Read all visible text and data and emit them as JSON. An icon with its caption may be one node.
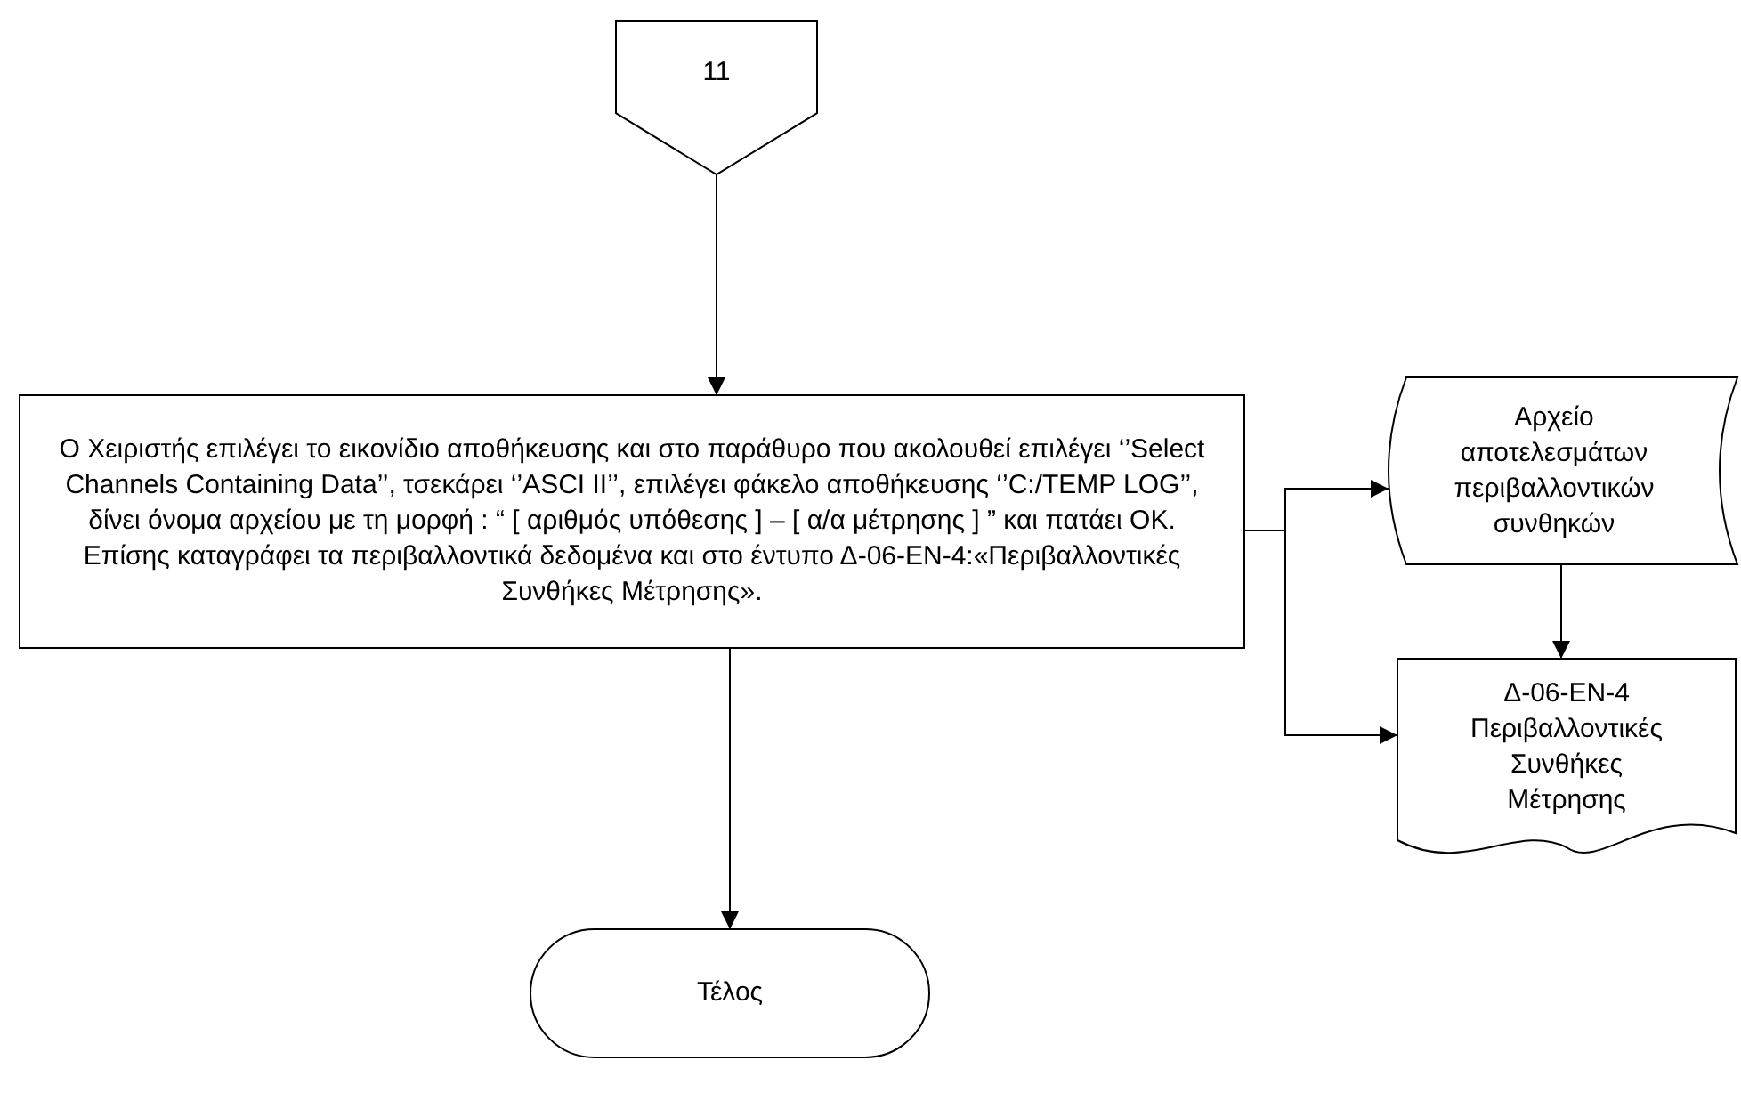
{
  "diagram": {
    "nodes": [
      {
        "text": [
          "11"
        ]
      },
      {
        "text": [
          "Ο Χειριστής επιλέγει το εικονίδιο αποθήκευσης και στο παράθυρο που ακολουθεί επιλέγει ‘’Select Channels Containing Data’’, τσεκάρει ‘’ASCI II’’, επιλέγει φάκελο αποθήκευσης ‘’C:/TEMP LOG’’, δίνει όνομα αρχείου με τη μορφή : “ [ αριθμός υπόθεσης ] – [ α/α μέτρησης ] ” και πατάει ΟΚ. Επίσης καταγράφει τα περιβαλλοντικά δεδομένα και στο έντυπο Δ-06-ΕΝ-4:«Περιβαλλοντικές Συνθήκες Μέτρησης»."
        ]
      },
      {
        "text": [
          "Αρχείο αποτελεσμάτων περιβαλλοντικών συνθηκών"
        ]
      },
      {
        "text": [
          "Δ-06-ΕΝ-4 Περιβαλλοντικές Συνθήκες Μέτρησης"
        ]
      },
      {
        "text": [
          "Τέλος"
        ]
      }
    ],
    "edges": [
      {
        "from": 0,
        "to": 1,
        "arrow": "to"
      },
      {
        "from": 1,
        "to": 2,
        "arrow": "to"
      },
      {
        "from": 1,
        "to": 3,
        "arrow": "to"
      },
      {
        "from": 2,
        "to": 3,
        "arrow": "to"
      },
      {
        "from": 1,
        "to": 4,
        "arrow": "to"
      }
    ]
  }
}
